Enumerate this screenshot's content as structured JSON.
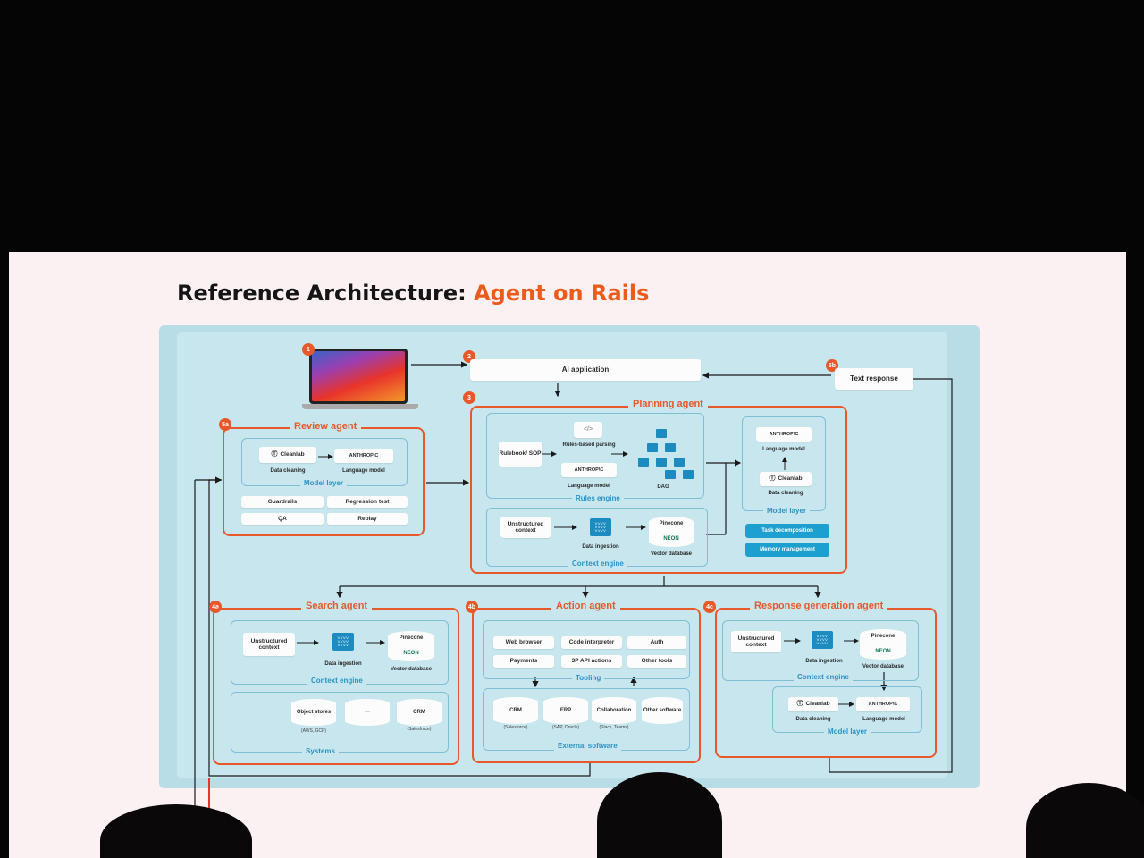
{
  "slide": {
    "title_prefix": "Reference Architecture:",
    "title_accent": "Agent on Rails"
  },
  "colors": {
    "accent": "#e8582a",
    "blue": "#2b93c4",
    "canvas": "#c7e6ee"
  },
  "badges": {
    "b1": "1",
    "b2": "2",
    "b3": "3",
    "b5a": "5a",
    "b5b": "5b",
    "b4a": "4a",
    "b4b": "4b",
    "b4c": "4c"
  },
  "top": {
    "ai_application": "AI application",
    "text_response": "Text response"
  },
  "planning": {
    "title": "Planning agent",
    "rulebook": "Rulebook/ SOP",
    "rules_parsing": "Rules-based parsing",
    "anthropic": "ANTHROP\\C",
    "language_model": "Language model",
    "dag": "DAG",
    "rules_engine": "Rules engine",
    "unstructured": "Unstructured context",
    "data_ingestion": "Data ingestion",
    "pinecone": "Pinecone",
    "neon": "NEON",
    "vector_db": "Vector database",
    "context_engine": "Context engine",
    "ml_anthropic": "ANTHROP\\C",
    "ml_language_model": "Language model",
    "ml_cleanlab": "Cleanlab",
    "ml_data_cleaning": "Data cleaning",
    "model_layer": "Model layer",
    "task_decomposition": "Task decomposition",
    "memory_management": "Memory management"
  },
  "review": {
    "title": "Review agent",
    "cleanlab": "Cleanlab",
    "anthropic": "ANTHROP\\C",
    "data_cleaning": "Data cleaning",
    "language_model": "Language model",
    "model_layer": "Model layer",
    "guardrails": "Guardrails",
    "regression": "Regression test",
    "qa": "QA",
    "replay": "Replay"
  },
  "search": {
    "title": "Search agent",
    "unstructured": "Unstructured context",
    "data_ingestion": "Data ingestion",
    "pinecone": "Pinecone",
    "neon": "NEON",
    "vector_db": "Vector database",
    "context_engine": "Context engine",
    "object_stores": "Object stores",
    "object_sub": "(AWS, GCP)",
    "crm": "CRM",
    "crm_sub": "(Salesforce)",
    "systems": "Systems"
  },
  "action": {
    "title": "Action agent",
    "tools": [
      "Web browser",
      "Code interpreter",
      "Auth",
      "Payments",
      "3P API actions",
      "Other tools"
    ],
    "tooling": "Tooling",
    "ext": [
      {
        "name": "CRM",
        "sub": "(Salesforce)"
      },
      {
        "name": "ERP",
        "sub": "(SAP, Oracle)"
      },
      {
        "name": "Collaboration",
        "sub": "(Slack, Teams)"
      },
      {
        "name": "Other software",
        "sub": ""
      }
    ],
    "external_software": "External software"
  },
  "response": {
    "title": "Response generation agent",
    "unstructured": "Unstructured context",
    "data_ingestion": "Data ingestion",
    "pinecone": "Pinecone",
    "neon": "NEON",
    "vector_db": "Vector database",
    "context_engine": "Context engine",
    "cleanlab": "Cleanlab",
    "anthropic": "ANTHROP\\C",
    "data_cleaning": "Data cleaning",
    "language_model": "Language model",
    "model_layer": "Model layer"
  }
}
